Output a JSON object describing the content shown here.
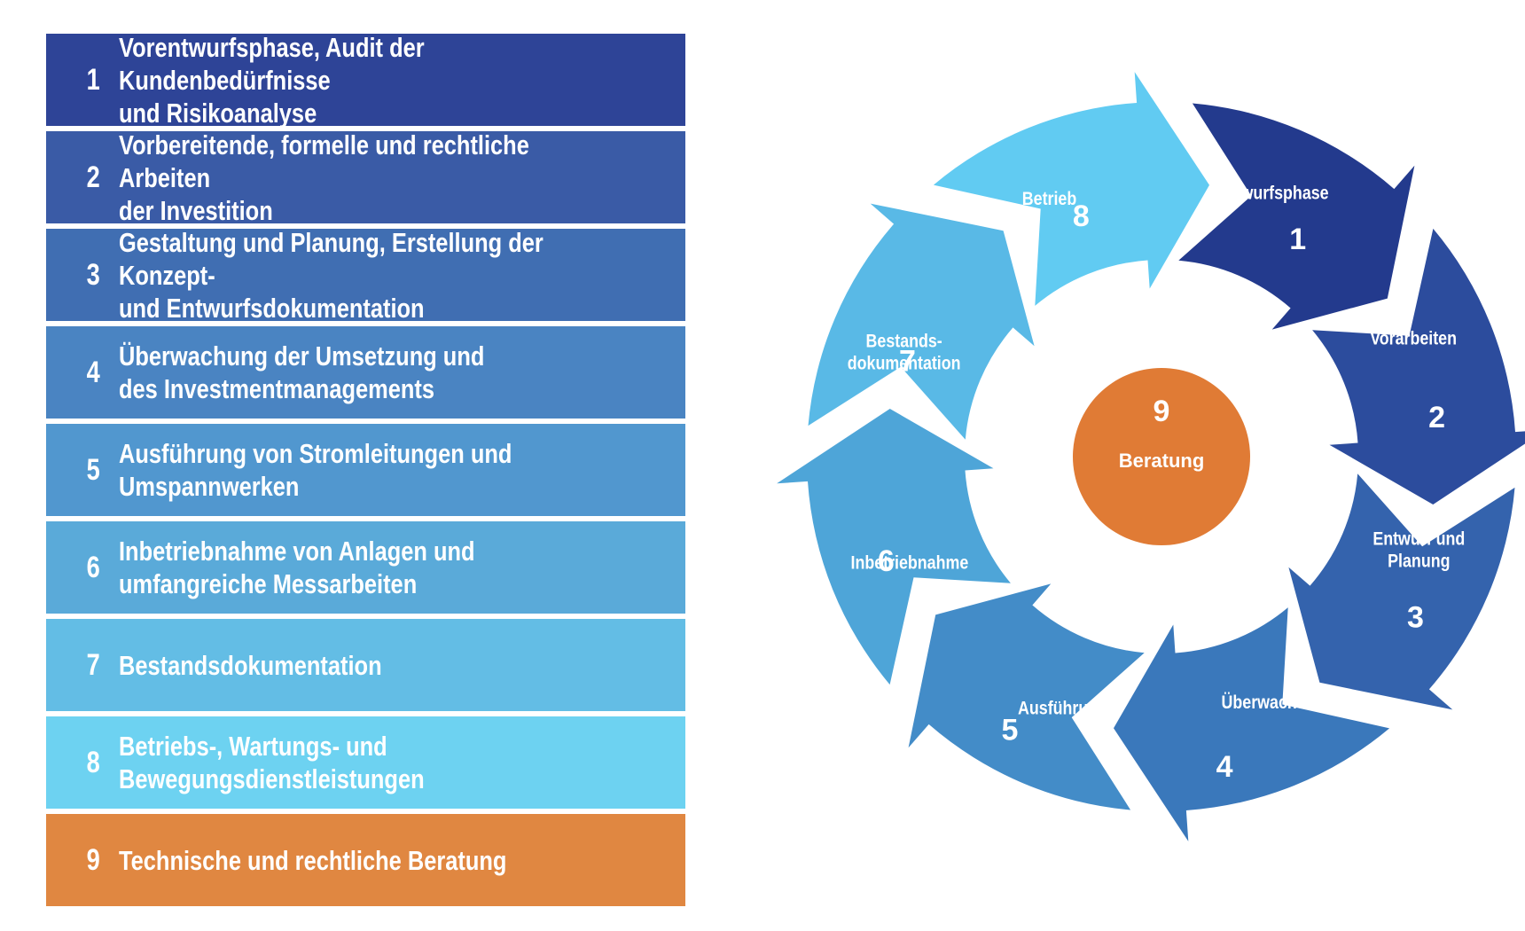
{
  "phases": [
    {
      "number": "1",
      "text": "Vorentwurfsphase, Audit der Kundenbedürfnisse\nund Risikoanalyse",
      "color": "#2e4497"
    },
    {
      "number": "2",
      "text": "Vorbereitende, formelle und rechtliche Arbeiten\nder Investition",
      "color": "#3a5ba6"
    },
    {
      "number": "3",
      "text": "Gestaltung und Planung, Erstellung der Konzept-\nund Entwurfsdokumentation",
      "color": "#406eb2"
    },
    {
      "number": "4",
      "text": "Überwachung der Umsetzung und\ndes Investmentmanagements",
      "color": "#4a84c2"
    },
    {
      "number": "5",
      "text": "Ausführung von Stromleitungen und\nUmspannwerken",
      "color": "#5197cf"
    },
    {
      "number": "6",
      "text": "Inbetriebnahme von Anlagen und\numfangreiche Messarbeiten",
      "color": "#5aaad9"
    },
    {
      "number": "7",
      "text": "Bestandsdokumentation",
      "color": "#63bde5"
    },
    {
      "number": "8",
      "text": "Betriebs-, Wartungs- und\nBewegungsdienstleistungen",
      "color": "#6dd2f1"
    },
    {
      "number": "9",
      "text": "Technische und rechtliche Beratung",
      "color": "#e08741"
    }
  ],
  "cycle": {
    "segments": [
      {
        "number": "1",
        "label": "Vorentwurfsphase",
        "color": "#233a8d"
      },
      {
        "number": "2",
        "label": "Vorarbeiten",
        "color": "#2c4c9d"
      },
      {
        "number": "3",
        "label": "Entwurf und\nPlanung",
        "color": "#3463ad"
      },
      {
        "number": "4",
        "label": "Überwachung",
        "color": "#3a78bb"
      },
      {
        "number": "5",
        "label": "Ausführung",
        "color": "#438cc8"
      },
      {
        "number": "6",
        "label": "Inbetriebnahme",
        "color": "#4ea5d8"
      },
      {
        "number": "7",
        "label": "Bestands-\ndokumentation",
        "color": "#59b9e6"
      },
      {
        "number": "8",
        "label": "Betrieb",
        "color": "#61cbf2"
      }
    ],
    "center": {
      "number": "9",
      "label": "Beratung",
      "color": "#e07b35"
    }
  }
}
